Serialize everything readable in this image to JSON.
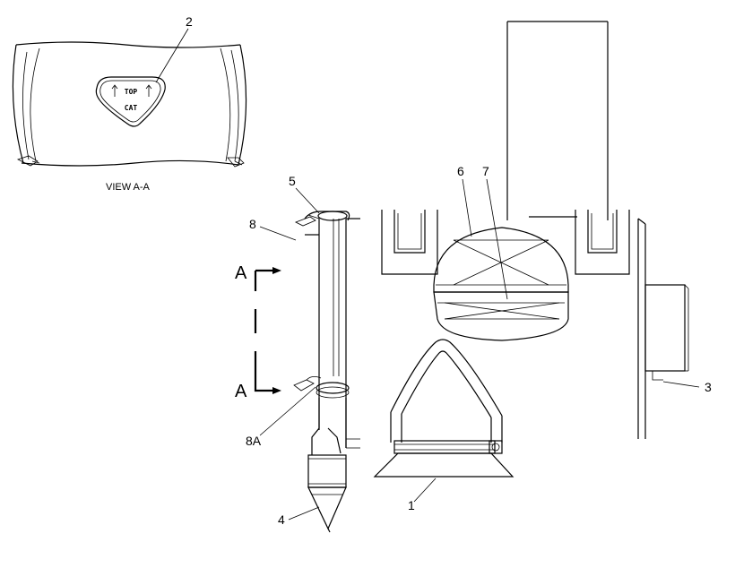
{
  "callouts": {
    "c1": "1",
    "c2": "2",
    "c3": "3",
    "c4": "4",
    "c5": "5",
    "c6": "6",
    "c7": "7",
    "c8": "8",
    "c8a": "8A"
  },
  "view_caption": "VIEW A-A",
  "section_marks": {
    "top": "A",
    "bottom": "A"
  },
  "badge": {
    "top_text": "TOP",
    "logo_text": "CAT"
  }
}
